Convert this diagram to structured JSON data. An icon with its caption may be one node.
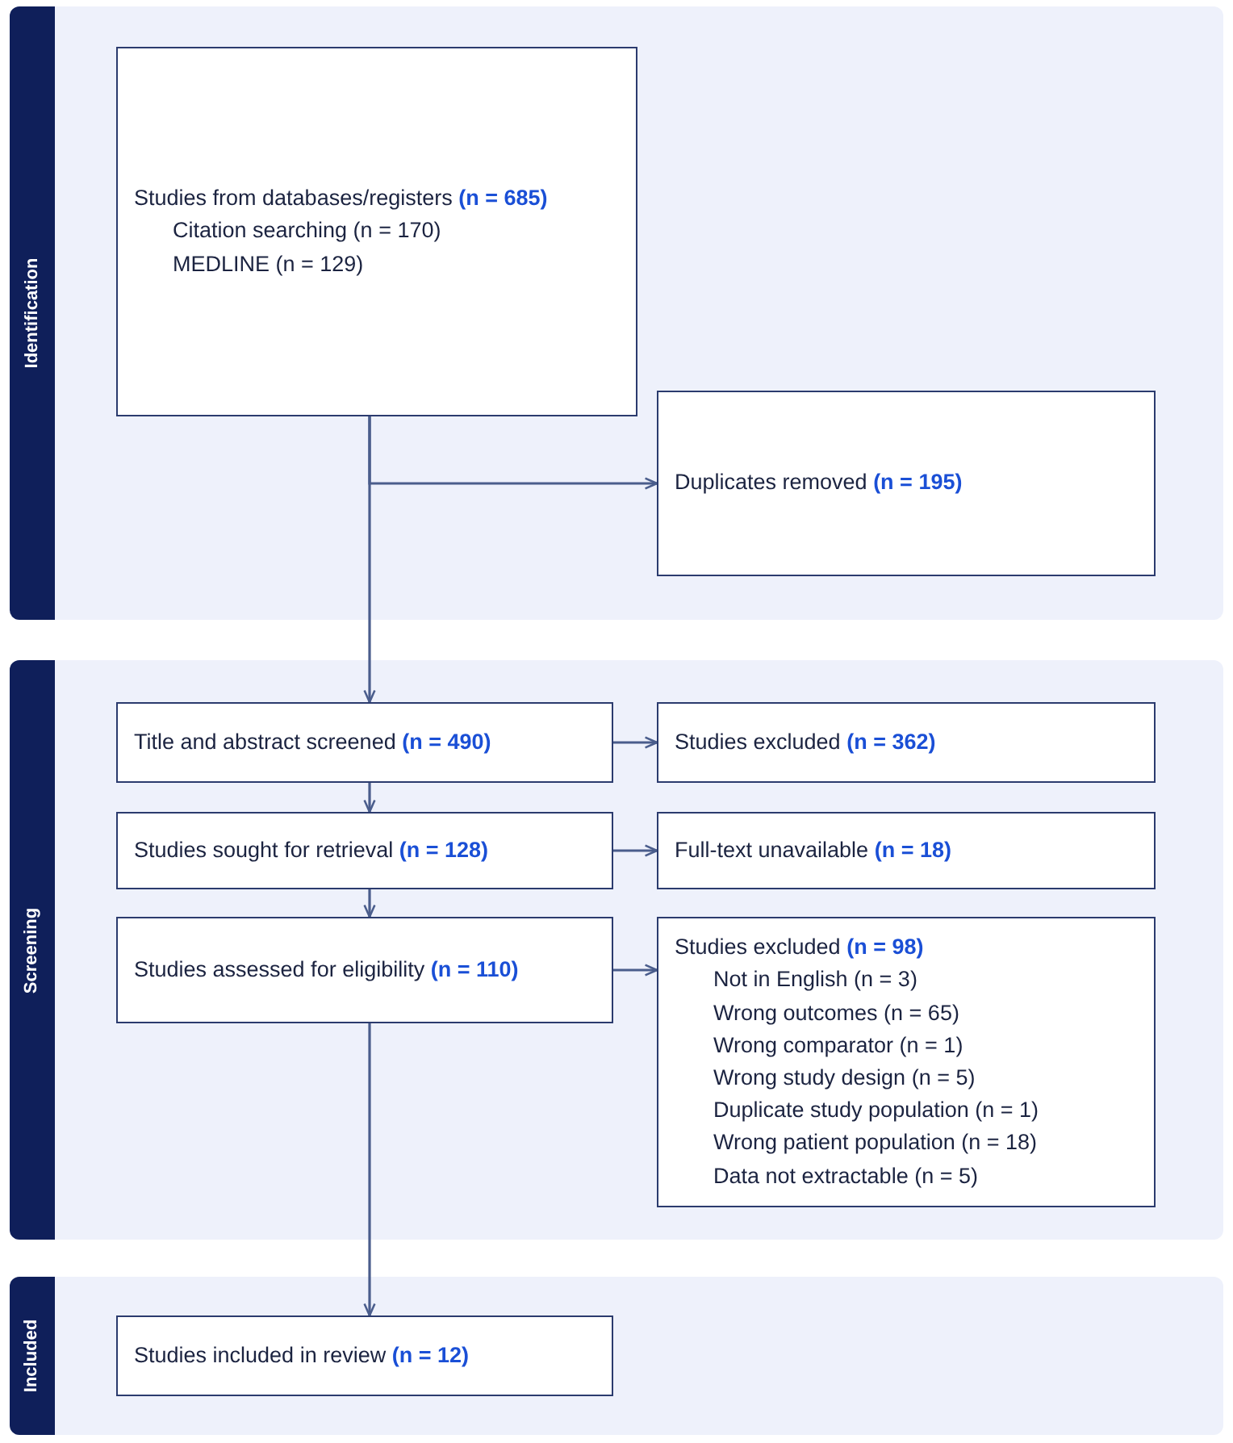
{
  "diagram": {
    "nodes": [
      {
        "text": [
          "Identification"
        ]
      },
      {
        "text": [
          "Studies from databases/registers **(n = 685)**",
          "Citation searching (n = 170)",
          "MEDLINE (n = 129)"
        ],
        "in": 0
      },
      {
        "text": [
          "Duplicates removed **(n = 195)**"
        ],
        "in": 0
      },
      {
        "text": [
          "Screening"
        ]
      },
      {
        "text": [
          "Title and abstract screened **(n = 490)**"
        ],
        "in": 3
      },
      {
        "text": [
          "Studies excluded **(n = 362)**"
        ],
        "in": 3
      },
      {
        "text": [
          "Studies sought for retrieval **(n = 128)**"
        ],
        "in": 3
      },
      {
        "text": [
          "Full-text unavailable **(n = 18)**"
        ],
        "in": 3
      },
      {
        "text": [
          "Studies assessed for eligibility **(n = 110)**"
        ],
        "in": 3
      },
      {
        "text": [
          "Studies excluded **(n = 98)**",
          "Not in English (n = 3)",
          "Wrong outcomes (n = 65)",
          "Wrong comparator (n = 1)",
          "Wrong study design (n = 5)",
          "Duplicate study population (n = 1)",
          "Wrong patient population (n = 18)",
          "Data not extractable (n = 5)"
        ],
        "in": 3
      },
      {
        "text": [
          "Included"
        ]
      },
      {
        "text": [
          "Studies included in review **(n = 12)**"
        ],
        "in": 10
      }
    ],
    "edges": [
      {
        "from": 1,
        "to": 2,
        "arrow": "to"
      },
      {
        "from": 1,
        "to": 4,
        "arrow": "to"
      },
      {
        "from": 4,
        "to": 5,
        "arrow": "to"
      },
      {
        "from": 4,
        "to": 6,
        "arrow": "to"
      },
      {
        "from": 6,
        "to": 7,
        "arrow": "to"
      },
      {
        "from": 6,
        "to": 8,
        "arrow": "to"
      },
      {
        "from": 8,
        "to": 9,
        "arrow": "to"
      },
      {
        "from": 8,
        "to": 11,
        "arrow": "to"
      }
    ]
  }
}
